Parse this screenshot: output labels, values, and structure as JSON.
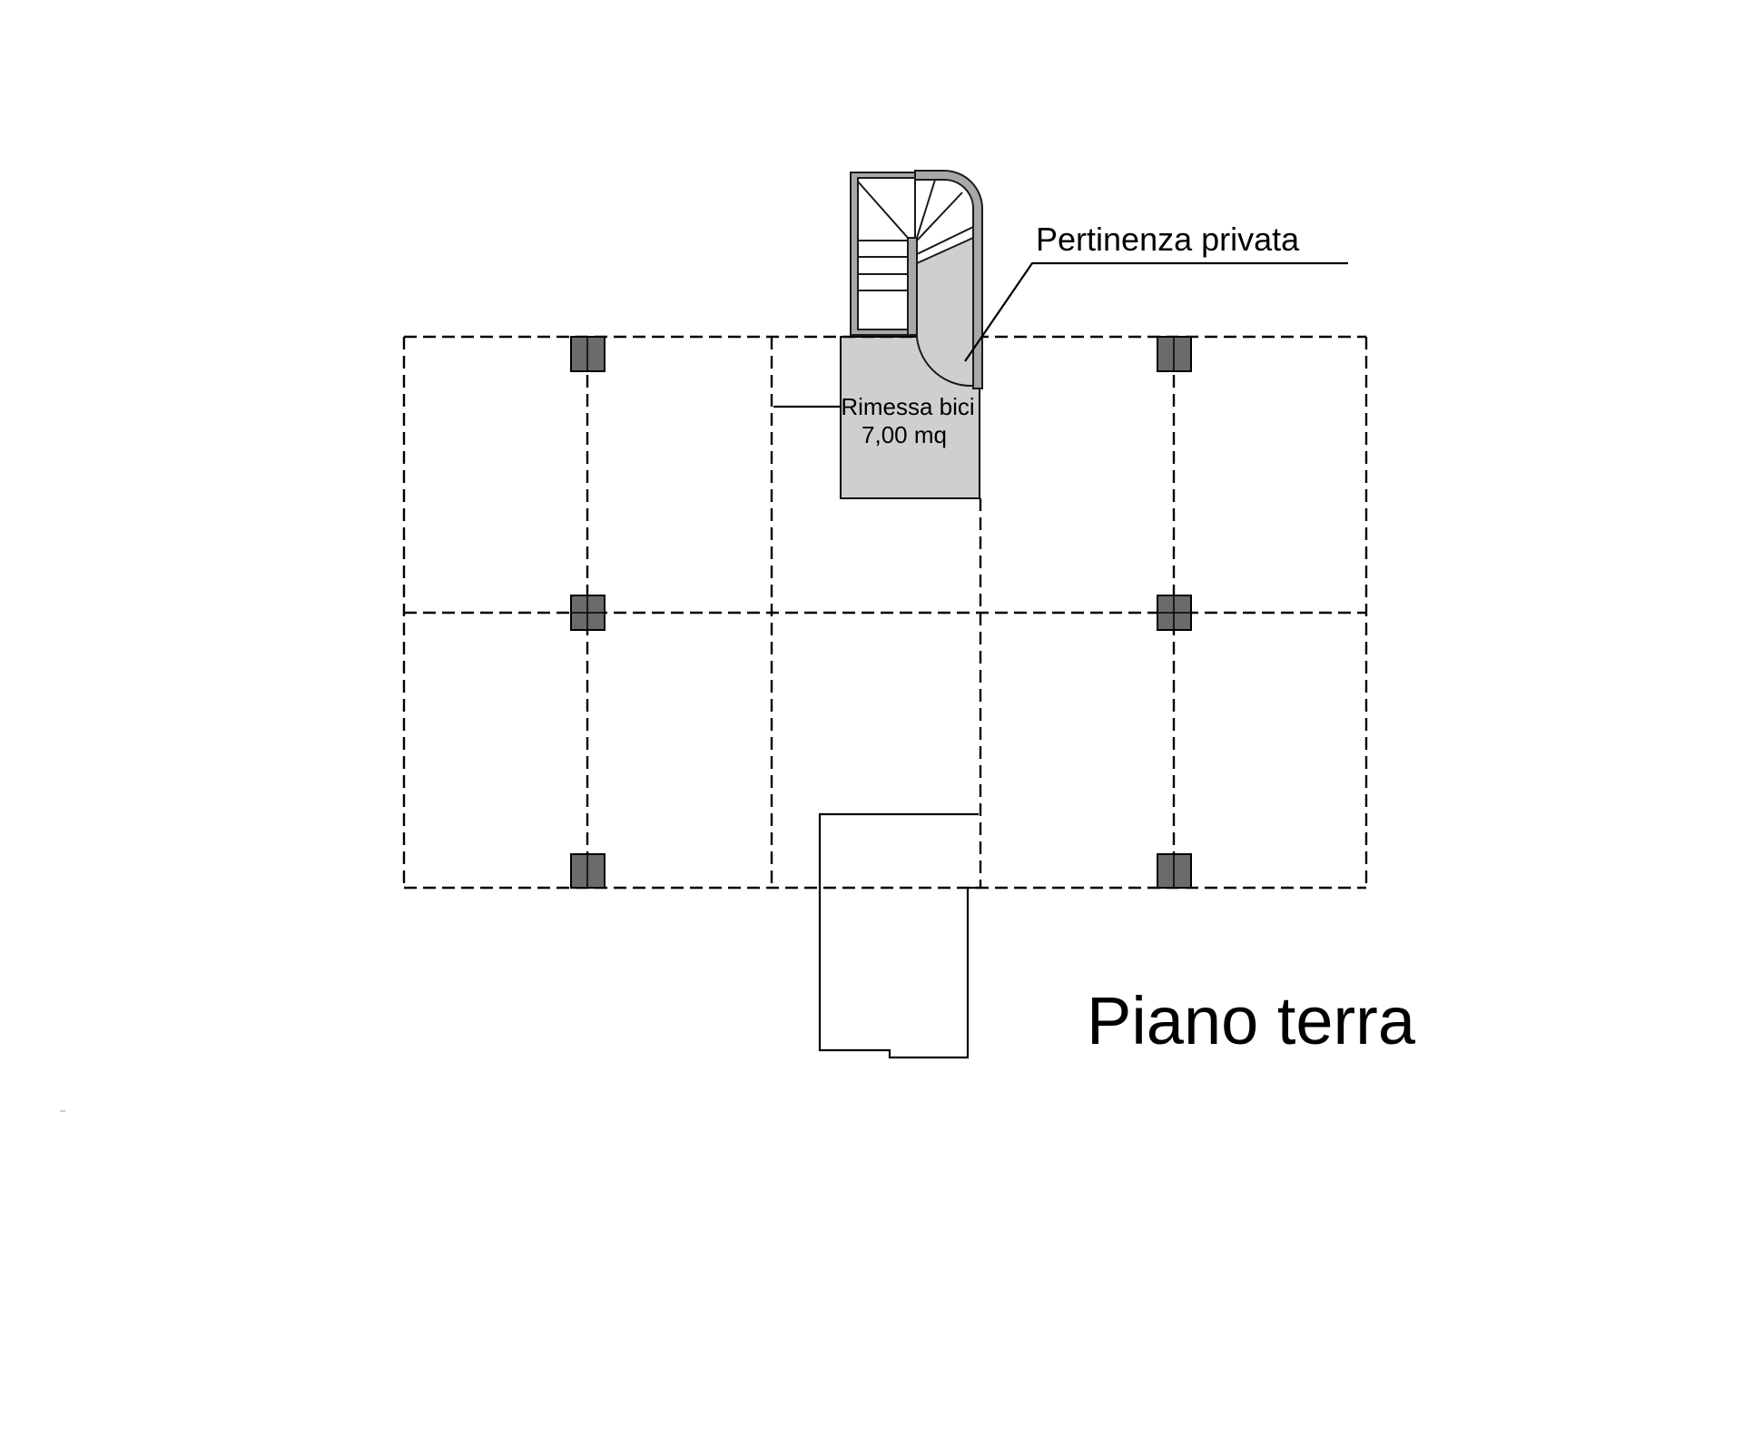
{
  "labels": {
    "room_name": "Rimessa bici",
    "room_area": "7,00 mq",
    "callout": "Pertinenza privata",
    "floor_title": "Piano terra"
  },
  "colors": {
    "background": "#ffffff",
    "line": "#000000",
    "room_fill": "#cfcfcf",
    "column_fill": "#6b6b6b",
    "wall_fill": "#a8a8a8",
    "stair_fill": "#cfcfcf"
  }
}
